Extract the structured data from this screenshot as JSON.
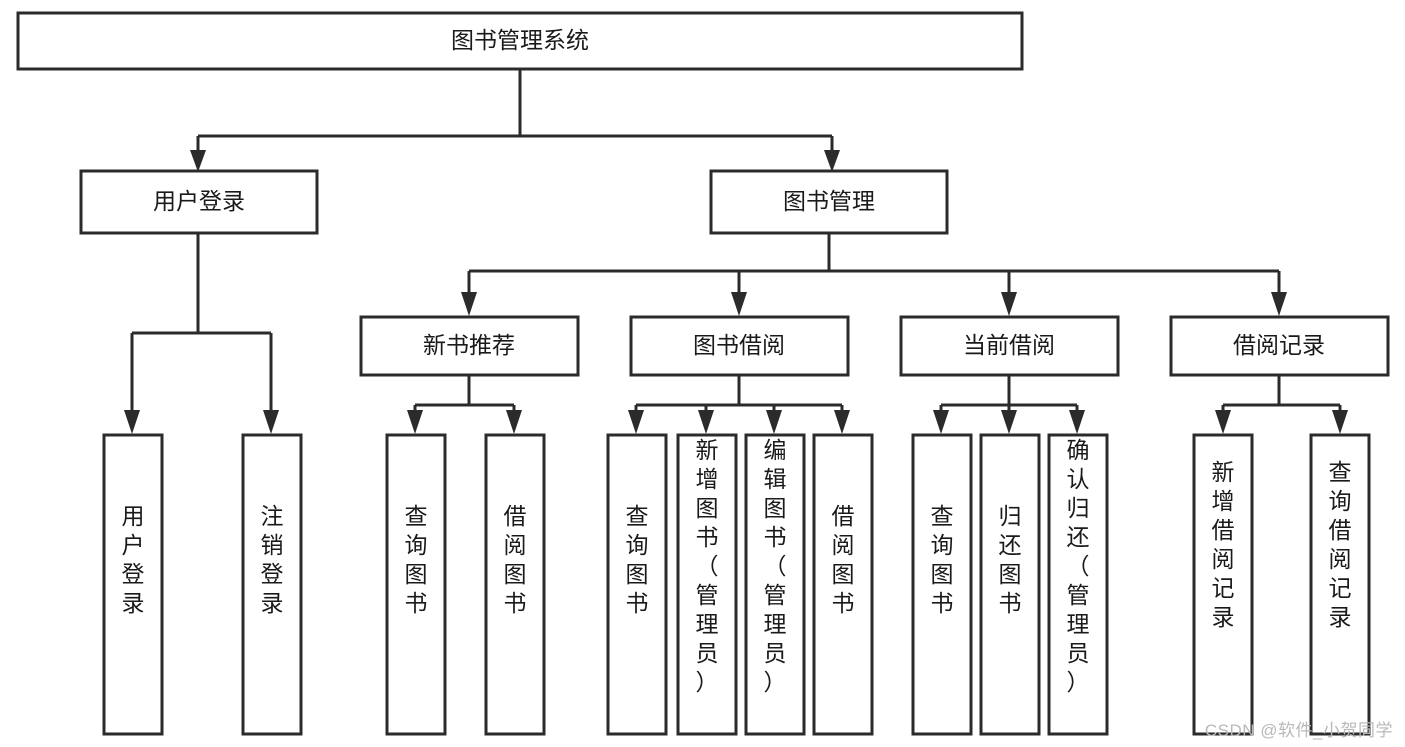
{
  "diagram": {
    "title": "图书管理系统",
    "type": "tree-hierarchy-chart",
    "watermark": "CSDN @软件_小贺同学",
    "colors": {
      "stroke": "#2b2b2b",
      "box_fill": "#ffffff",
      "text": "#1a1a1a",
      "background": "#ffffff",
      "watermark": "#b9b9b9"
    },
    "nodes": {
      "root": {
        "label": "图书管理系统",
        "orientation": "horizontal"
      },
      "level2": [
        {
          "label": "用户登录",
          "orientation": "horizontal"
        },
        {
          "label": "图书管理",
          "orientation": "horizontal"
        }
      ],
      "level3": [
        {
          "label": "新书推荐",
          "orientation": "horizontal"
        },
        {
          "label": "图书借阅",
          "orientation": "horizontal"
        },
        {
          "label": "当前借阅",
          "orientation": "horizontal"
        },
        {
          "label": "借阅记录",
          "orientation": "horizontal"
        }
      ],
      "leaves": {
        "user_login": [
          {
            "label": "用户登录",
            "orientation": "vertical"
          },
          {
            "label": "注销登录",
            "orientation": "vertical"
          }
        ],
        "new_book_recommend": [
          {
            "label": "查询图书",
            "orientation": "vertical"
          },
          {
            "label": "借阅图书",
            "orientation": "vertical"
          }
        ],
        "book_borrow": [
          {
            "label": "查询图书",
            "orientation": "vertical"
          },
          {
            "label": "新增图书（管理员）",
            "orientation": "vertical"
          },
          {
            "label": "编辑图书（管理员）",
            "orientation": "vertical"
          },
          {
            "label": "借阅图书",
            "orientation": "vertical"
          }
        ],
        "current_borrow": [
          {
            "label": "查询图书",
            "orientation": "vertical"
          },
          {
            "label": "归还图书",
            "orientation": "vertical"
          },
          {
            "label": "确认归还（管理员）",
            "orientation": "vertical"
          }
        ],
        "borrow_record": [
          {
            "label": "新增借阅记录",
            "orientation": "vertical"
          },
          {
            "label": "查询借阅记录",
            "orientation": "vertical"
          }
        ]
      }
    }
  }
}
